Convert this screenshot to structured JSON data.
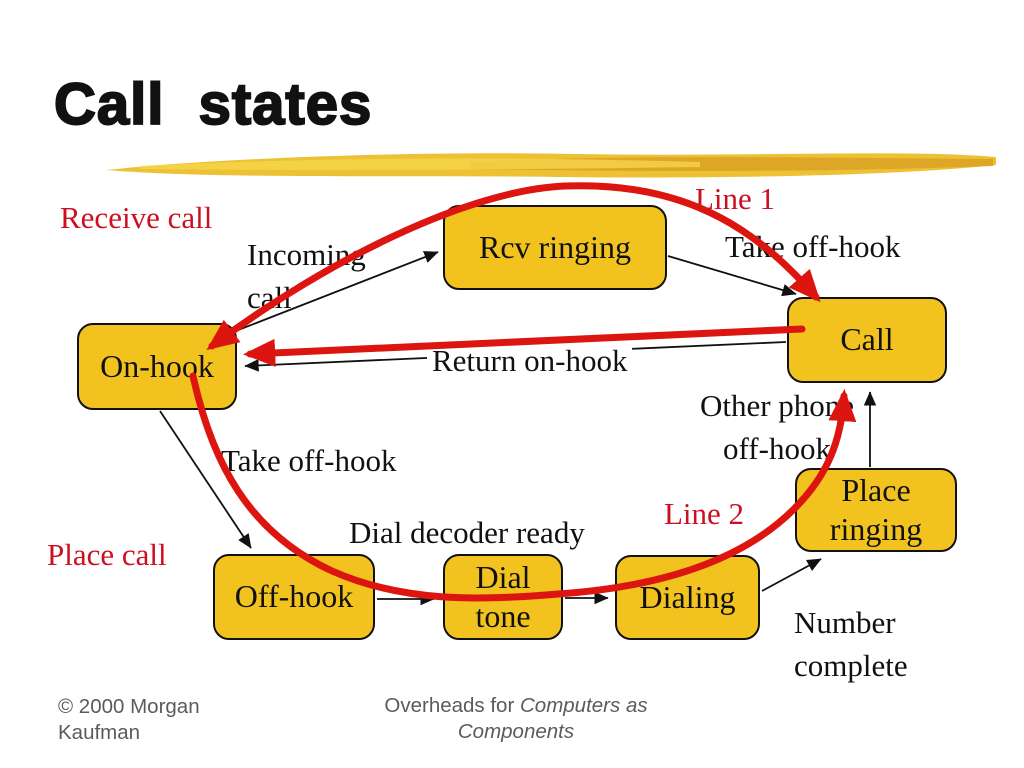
{
  "title": "Call  states",
  "colors": {
    "state_fill": "#f2c31e",
    "state_border": "#111111",
    "red_text": "#cc1022",
    "red_arrow": "#dd1510",
    "brush_gold": "#ecc133",
    "footer_gray": "#5b5b5b"
  },
  "diagram": {
    "states": [
      {
        "id": "on-hook",
        "label": "On-hook"
      },
      {
        "id": "rcv-ringing",
        "label": "Rcv ringing"
      },
      {
        "id": "call",
        "label": "Call"
      },
      {
        "id": "place-ringing",
        "label": "Place\nringing"
      },
      {
        "id": "off-hook",
        "label": "Off-hook"
      },
      {
        "id": "dial-tone",
        "label": "Dial\ntone"
      },
      {
        "id": "dialing",
        "label": "Dialing"
      }
    ],
    "red_labels": {
      "receive_call": "Receive call",
      "line_1": "Line 1",
      "line_2": "Line 2",
      "place_call": "Place call"
    },
    "transition_labels": {
      "incoming_call": "Incoming\ncall",
      "take_off_hook_top": "Take off-hook",
      "return_on_hook": "Return on-hook",
      "other_phone_off_hook": "Other phone\noff-hook",
      "take_off_hook_left": "Take off-hook",
      "dial_decoder_ready": "Dial decoder ready",
      "number_complete": "Number\ncomplete"
    }
  },
  "footer": {
    "copyright": "© 2000 Morgan\nKaufman",
    "center_prefix": "Overheads for ",
    "center_italic": "Computers as",
    "center_line2": "Components"
  }
}
